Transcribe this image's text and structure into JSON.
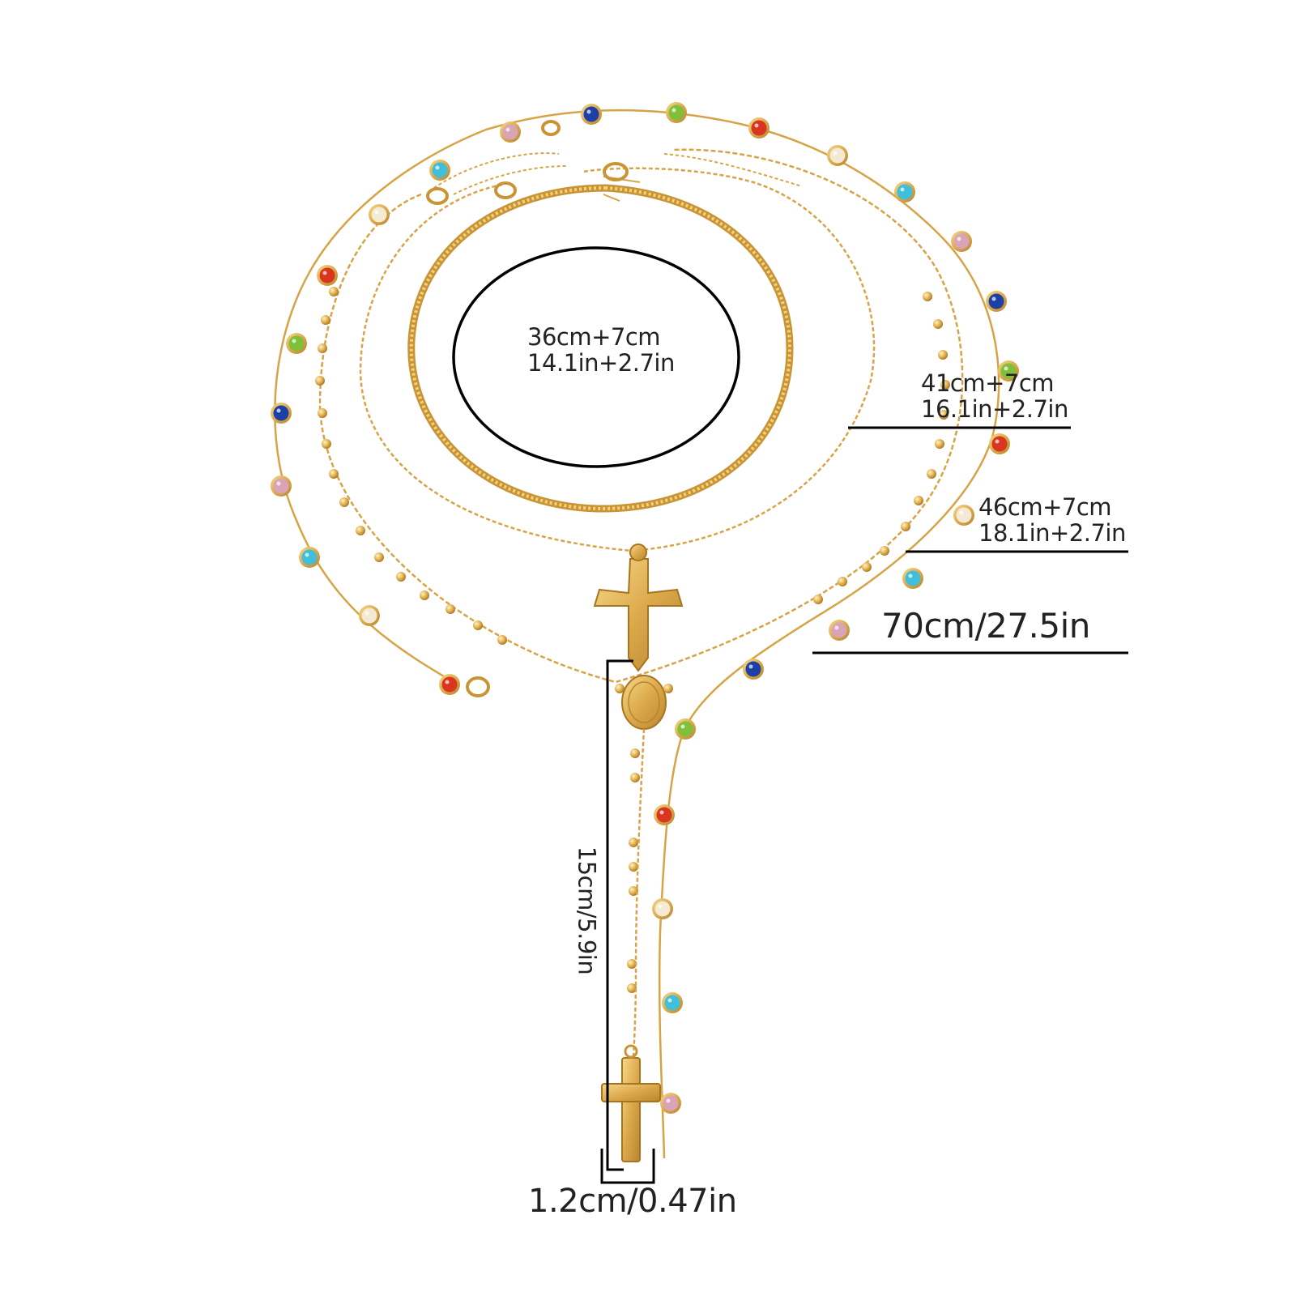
{
  "image": {
    "description_type": "product-photo-with-dimensions",
    "colors": {
      "background": "#ffffff",
      "gold": "#d9a548",
      "gold_dark": "#b07d2a",
      "dimension_line": "#000000",
      "gem_red": "#d9351f",
      "gem_blue": "#1d3fa8",
      "gem_green": "#7fbf3a",
      "gem_pink": "#d9a3b8",
      "gem_cyan": "#3fbfd9",
      "gem_clear": "#f4ead4"
    }
  },
  "dimensions": {
    "necklace_1": {
      "line1": "36cm+7cm",
      "line2": "14.1in+2.7in"
    },
    "necklace_2": {
      "line1": "41cm+7cm",
      "line2": "16.1in+2.7in"
    },
    "necklace_3": {
      "line1": "46cm+7cm",
      "line2": "18.1in+2.7in"
    },
    "necklace_4": {
      "line1": "70cm/27.5in"
    },
    "pendant_drop": {
      "label": "15cm/5.9in"
    },
    "cross_width": {
      "label": "1.2cm/0.47in"
    }
  }
}
